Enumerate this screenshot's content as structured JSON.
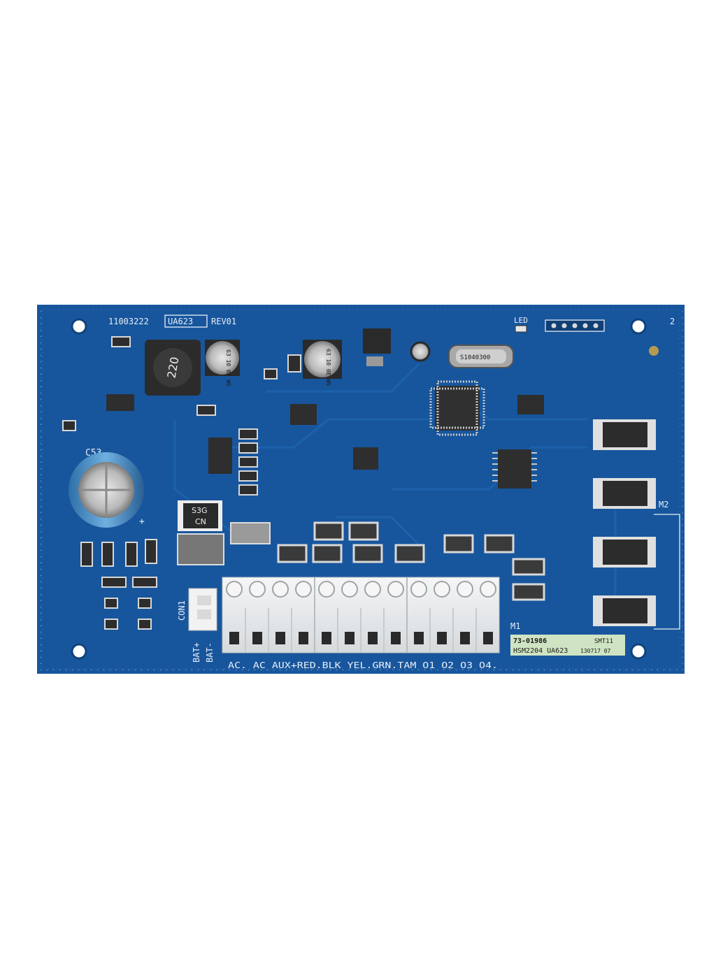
{
  "colors": {
    "pcb": "#17569d",
    "pcb_dark": "#0f427c",
    "terminal": "#e9ecee",
    "component": "#2a2a2a",
    "label_sticker": "#cfe4c2"
  },
  "board": {
    "part_number": "11003222",
    "board_code": "UA623",
    "revision": "REV01",
    "corner_mark": "2",
    "led_label": "LED",
    "capacitor_label": "C53",
    "connector_label": "CON1",
    "m1_label": "M1",
    "m2_label": "M2",
    "inductor_marking": "220",
    "diode_1_marking": "S3G",
    "diode_1_sub": "CN",
    "small_cap_1": "63\n10\n0E\nWS",
    "bat_plus": "BAT+",
    "bat_minus": "BAT-"
  },
  "terminals": [
    "AC",
    "AC",
    "AUX+",
    "RED",
    "BLK",
    "YEL",
    "GRN",
    "TAM",
    "O1",
    "O2",
    "O3",
    "O4"
  ],
  "terminal_strip_text": "AC. AC AUX+RED.BLK YEL.GRN.TAM  O1  O2  O3  O4.",
  "sticker": {
    "line1_left": "73-01986",
    "line1_right": "SMT11",
    "line2_left": "HSM2204 UA623",
    "line2_right": "130717 07"
  }
}
